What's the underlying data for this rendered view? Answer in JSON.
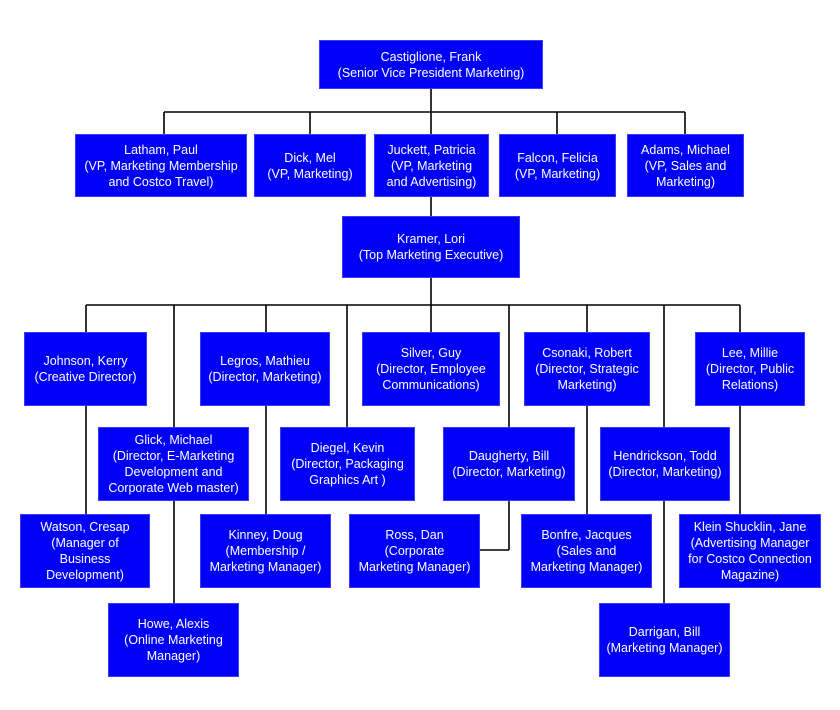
{
  "colors": {
    "box": "#0000f8",
    "text": "#ffffff",
    "line": "#000000"
  },
  "nodes": {
    "castiglione": [
      "Castiglione, Frank",
      "(Senior Vice President Marketing)"
    ],
    "latham": [
      "Latham, Paul",
      "(VP, Marketing Membership",
      "and Costco Travel)"
    ],
    "dick": [
      "Dick, Mel",
      "(VP, Marketing)"
    ],
    "juckett": [
      "Juckett, Patricia",
      "(VP, Marketing",
      "and Advertising)"
    ],
    "falcon": [
      "Falcon, Felicia",
      "(VP, Marketing)"
    ],
    "adams": [
      "Adams, Michael",
      "(VP, Sales and",
      "Marketing)"
    ],
    "kramer": [
      "Kramer, Lori",
      "(Top Marketing Executive)"
    ],
    "johnson": [
      "Johnson, Kerry",
      "(Creative Director)"
    ],
    "legros": [
      "Legros, Mathieu",
      "(Director, Marketing)"
    ],
    "silver": [
      "Silver, Guy",
      "(Director,  Employee",
      "Communications)"
    ],
    "csonaki": [
      "Csonaki, Robert",
      "(Director, Strategic",
      "Marketing)"
    ],
    "lee": [
      "Lee, Millie",
      "(Director, Public",
      "Relations)"
    ],
    "glick": [
      "Glick, Michael",
      "(Director, E-Marketing",
      "Development and",
      "Corporate Web master)"
    ],
    "diegel": [
      "Diegel, Kevin",
      "(Director, Packaging",
      "Graphics Art )"
    ],
    "daugherty": [
      "Daugherty, Bill",
      "(Director, Marketing)"
    ],
    "hendrickson": [
      "Hendrickson, Todd",
      "(Director, Marketing)"
    ],
    "watson": [
      "Watson, Cresap",
      "(Manager of",
      "Business",
      "Development)"
    ],
    "kinney": [
      "Kinney, Doug",
      "(Membership /",
      "Marketing Manager)"
    ],
    "ross": [
      "Ross, Dan",
      "(Corporate",
      "Marketing Manager)"
    ],
    "bonfre": [
      "Bonfre, Jacques",
      "(Sales and",
      "Marketing Manager)"
    ],
    "klein": [
      "Klein Shucklin, Jane",
      "(Advertising Manager",
      "for Costco Connection",
      "Magazine)"
    ],
    "howe": [
      "Howe, Alexis",
      "(Online Marketing",
      "Manager)"
    ],
    "darrigan": [
      "Darrigan, Bill",
      "(Marketing Manager)"
    ]
  }
}
